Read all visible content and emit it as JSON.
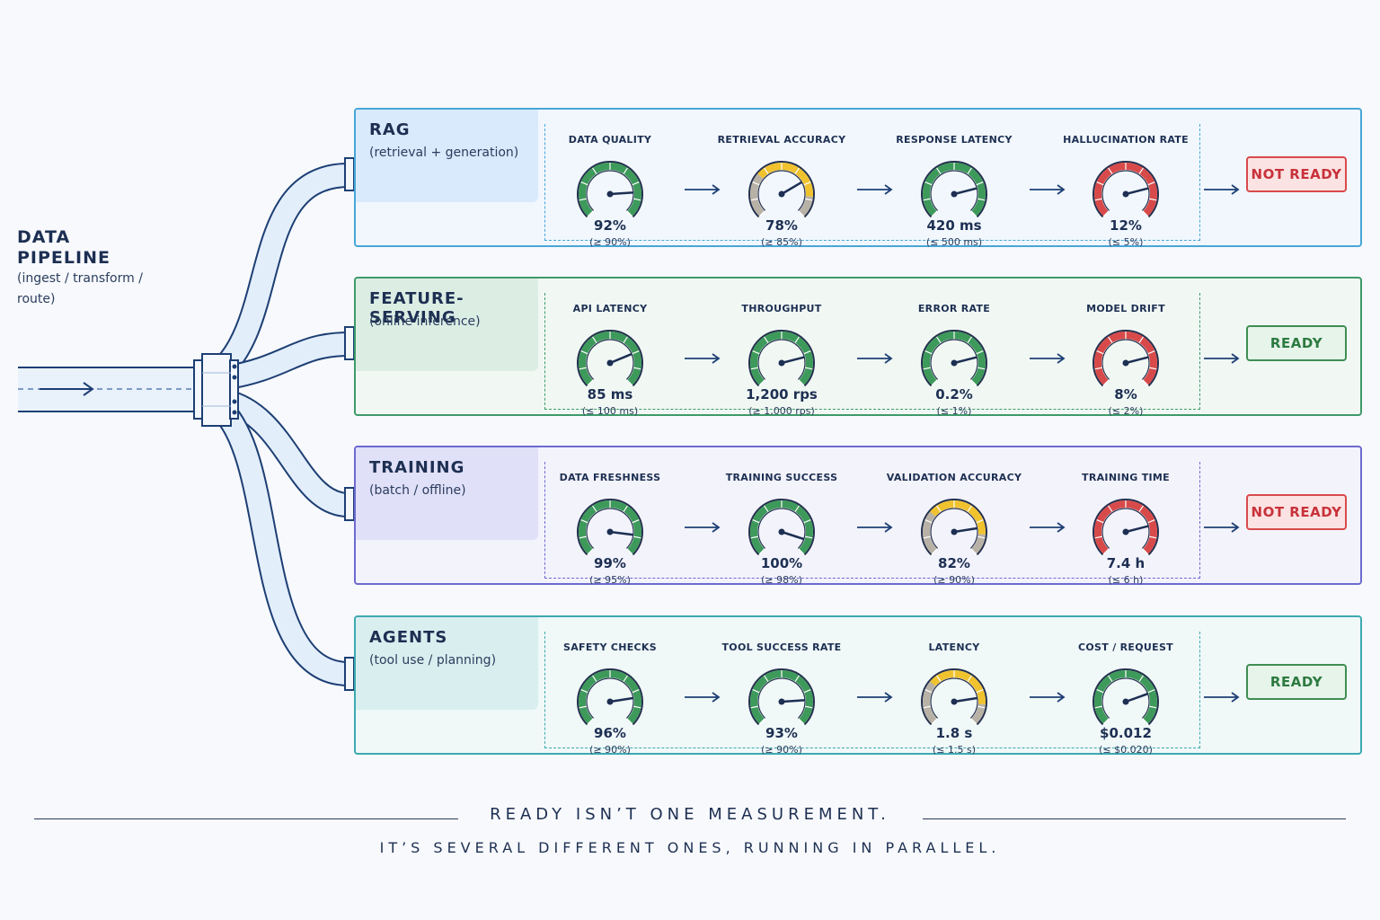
{
  "source": {
    "title": "DATA PIPELINE",
    "subtitle": "(ingest / transform / route)"
  },
  "panels": [
    {
      "name": "rag",
      "title": "RAG",
      "subtitle": "(retrieval + generation)",
      "colors": {
        "border": "#48a6d8",
        "header": "#d8eafb",
        "bg": "#f1f7fd"
      },
      "status": {
        "label": "NOT READY",
        "kind": "bad"
      },
      "metrics": [
        {
          "label": "DATA QUALITY",
          "value": "92%",
          "target": "(≥ 90%)",
          "level": 0.82,
          "zone": "green"
        },
        {
          "label": "RETRIEVAL ACCURACY",
          "value": "78%",
          "target": "(≥ 85%)",
          "level": 0.72,
          "zone": "yellow"
        },
        {
          "label": "RESPONSE LATENCY",
          "value": "420 ms",
          "target": "(≤ 500 ms)",
          "level": 0.78,
          "zone": "green"
        },
        {
          "label": "HALLUCINATION RATE",
          "value": "12%",
          "target": "(≤ 5%)",
          "level": 0.78,
          "zone": "red"
        }
      ]
    },
    {
      "name": "feature-serving",
      "title": "FEATURE-SERVING",
      "subtitle": "(online inference)",
      "colors": {
        "border": "#3e9a6a",
        "header": "#dceee4",
        "bg": "#f1f8f4"
      },
      "status": {
        "label": "READY",
        "kind": "good"
      },
      "metrics": [
        {
          "label": "API LATENCY",
          "value": "85 ms",
          "target": "(≤ 100 ms)",
          "level": 0.75,
          "zone": "green"
        },
        {
          "label": "THROUGHPUT",
          "value": "1,200 rps",
          "target": "(≥ 1,000 rps)",
          "level": 0.78,
          "zone": "green"
        },
        {
          "label": "ERROR RATE",
          "value": "0.2%",
          "target": "(≤ 1%)",
          "level": 0.78,
          "zone": "green"
        },
        {
          "label": "MODEL DRIFT",
          "value": "8%",
          "target": "(≤ 2%)",
          "level": 0.78,
          "zone": "red"
        }
      ]
    },
    {
      "name": "training",
      "title": "TRAINING",
      "subtitle": "(batch / offline)",
      "colors": {
        "border": "#6d6ad0",
        "header": "#e0e0f8",
        "bg": "#f3f3fc"
      },
      "status": {
        "label": "NOT READY",
        "kind": "bad"
      },
      "metrics": [
        {
          "label": "DATA FRESHNESS",
          "value": "99%",
          "target": "(≥ 95%)",
          "level": 0.86,
          "zone": "green"
        },
        {
          "label": "TRAINING SUCCESS",
          "value": "100%",
          "target": "(≥ 98%)",
          "level": 0.9,
          "zone": "green"
        },
        {
          "label": "VALIDATION ACCURACY",
          "value": "82%",
          "target": "(≥ 90%)",
          "level": 0.8,
          "zone": "yellow"
        },
        {
          "label": "TRAINING TIME",
          "value": "7.4 h",
          "target": "(≤ 6 h)",
          "level": 0.78,
          "zone": "red"
        }
      ]
    },
    {
      "name": "agents",
      "title": "AGENTS",
      "subtitle": "(tool use / planning)",
      "colors": {
        "border": "#3ea9b0",
        "header": "#d9efef",
        "bg": "#f0f8f8"
      },
      "status": {
        "label": "READY",
        "kind": "good"
      },
      "metrics": [
        {
          "label": "SAFETY CHECKS",
          "value": "96%",
          "target": "(≥ 90%)",
          "level": 0.8,
          "zone": "green"
        },
        {
          "label": "TOOL SUCCESS RATE",
          "value": "93%",
          "target": "(≥ 90%)",
          "level": 0.82,
          "zone": "green"
        },
        {
          "label": "LATENCY",
          "value": "1.8 s",
          "target": "(≤ 1.5 s)",
          "level": 0.8,
          "zone": "yellow"
        },
        {
          "label": "COST / REQUEST",
          "value": "$0.012",
          "target": "(≤ $0.020)",
          "level": 0.76,
          "zone": "green"
        }
      ]
    }
  ],
  "caption": {
    "line1": "READY ISN’T ONE MEASUREMENT.",
    "line2": "IT’S SEVERAL DIFFERENT ONES, RUNNING IN PARALLEL."
  },
  "zone_colors": {
    "green": "#3d9a5a",
    "yellow": "#f0c22e",
    "red": "#d84a4a",
    "grey": "#b8b2a6",
    "dark": "#24304d",
    "needle": "#1d2f52"
  },
  "icons": {
    "flow": "right-arrow-icon",
    "hub": "junction-hub-icon"
  }
}
